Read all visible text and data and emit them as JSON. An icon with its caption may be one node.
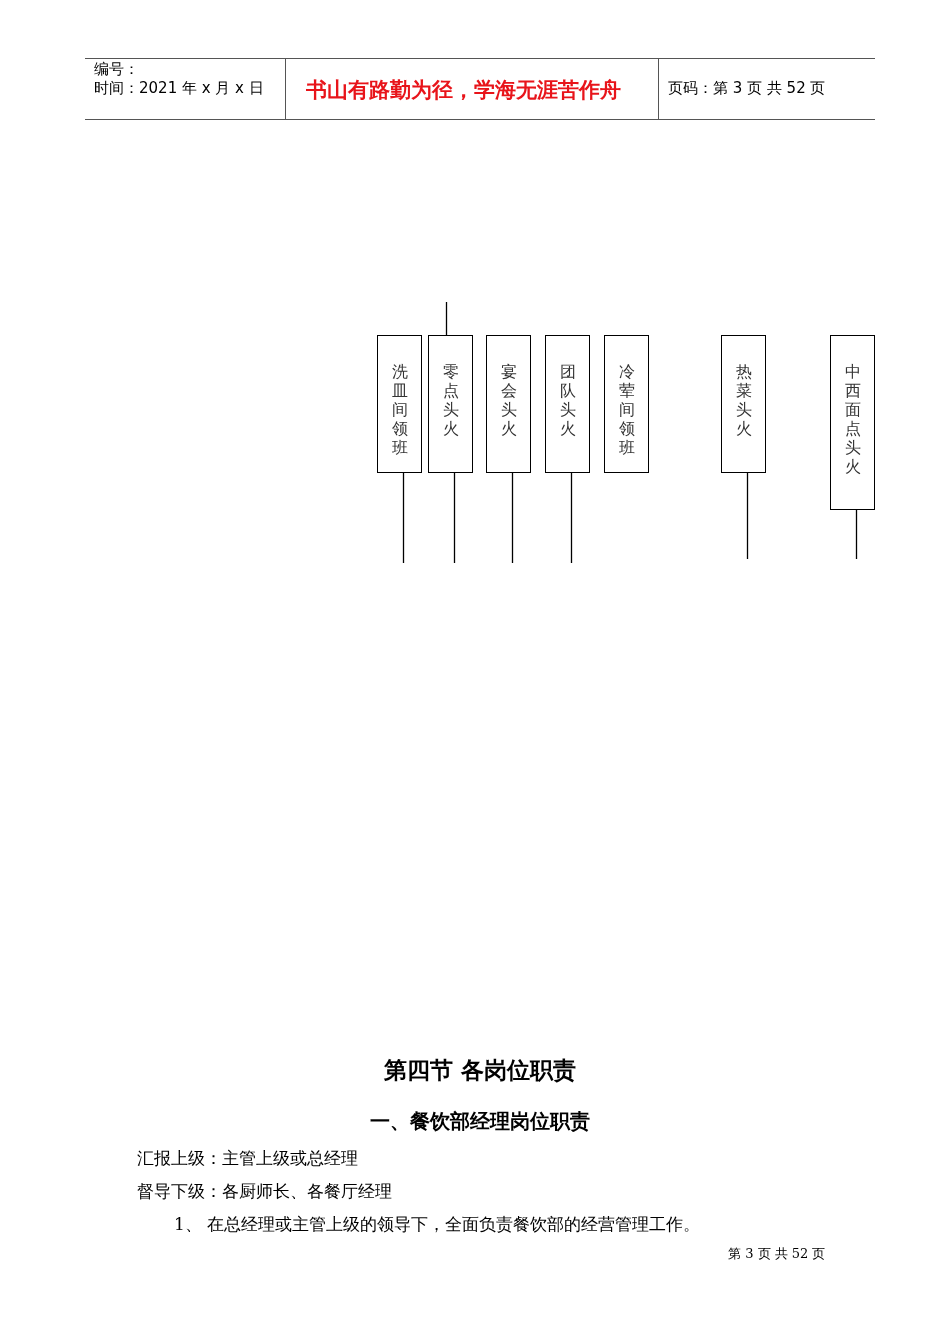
{
  "diagram": {
    "nodes": [
      {
        "text": [
          "洗皿间领班"
        ]
      },
      {
        "text": [
          "零点头火"
        ]
      },
      {
        "text": [
          "宴会头火"
        ]
      },
      {
        "text": [
          "团队头火"
        ]
      },
      {
        "text": [
          "冷荤间领班"
        ]
      },
      {
        "text": [
          "热菜头火"
        ]
      },
      {
        "text": [
          "中西面点头火"
        ]
      }
    ],
    "edges": [
      {
        "from": null,
        "to": 1,
        "arrow": "none"
      },
      {
        "from": 0,
        "to": null,
        "arrow": "none"
      },
      {
        "from": 1,
        "to": null,
        "arrow": "none"
      },
      {
        "from": 2,
        "to": null,
        "arrow": "none"
      },
      {
        "from": 3,
        "to": null,
        "arrow": "none"
      },
      {
        "from": 5,
        "to": null,
        "arrow": "none"
      },
      {
        "from": 6,
        "to": null,
        "arrow": "none"
      }
    ],
    "labels": [
      "编号：",
      "时间：2021 年 x 月 x 日",
      "书山有路勤为径，学海无涯苦作舟",
      "页码：第 3 页 共 52 页",
      "第四节 各岗位职责",
      "一、餐饮部经理岗位职责",
      "汇报上级：主管上级或总经理",
      "督导下级：各厨师长、各餐厅经理",
      "1、 在总经理或主管上级的领导下，全面负责餐饮部的经营管理工作。",
      "第 3 页 共 52 页"
    ]
  }
}
